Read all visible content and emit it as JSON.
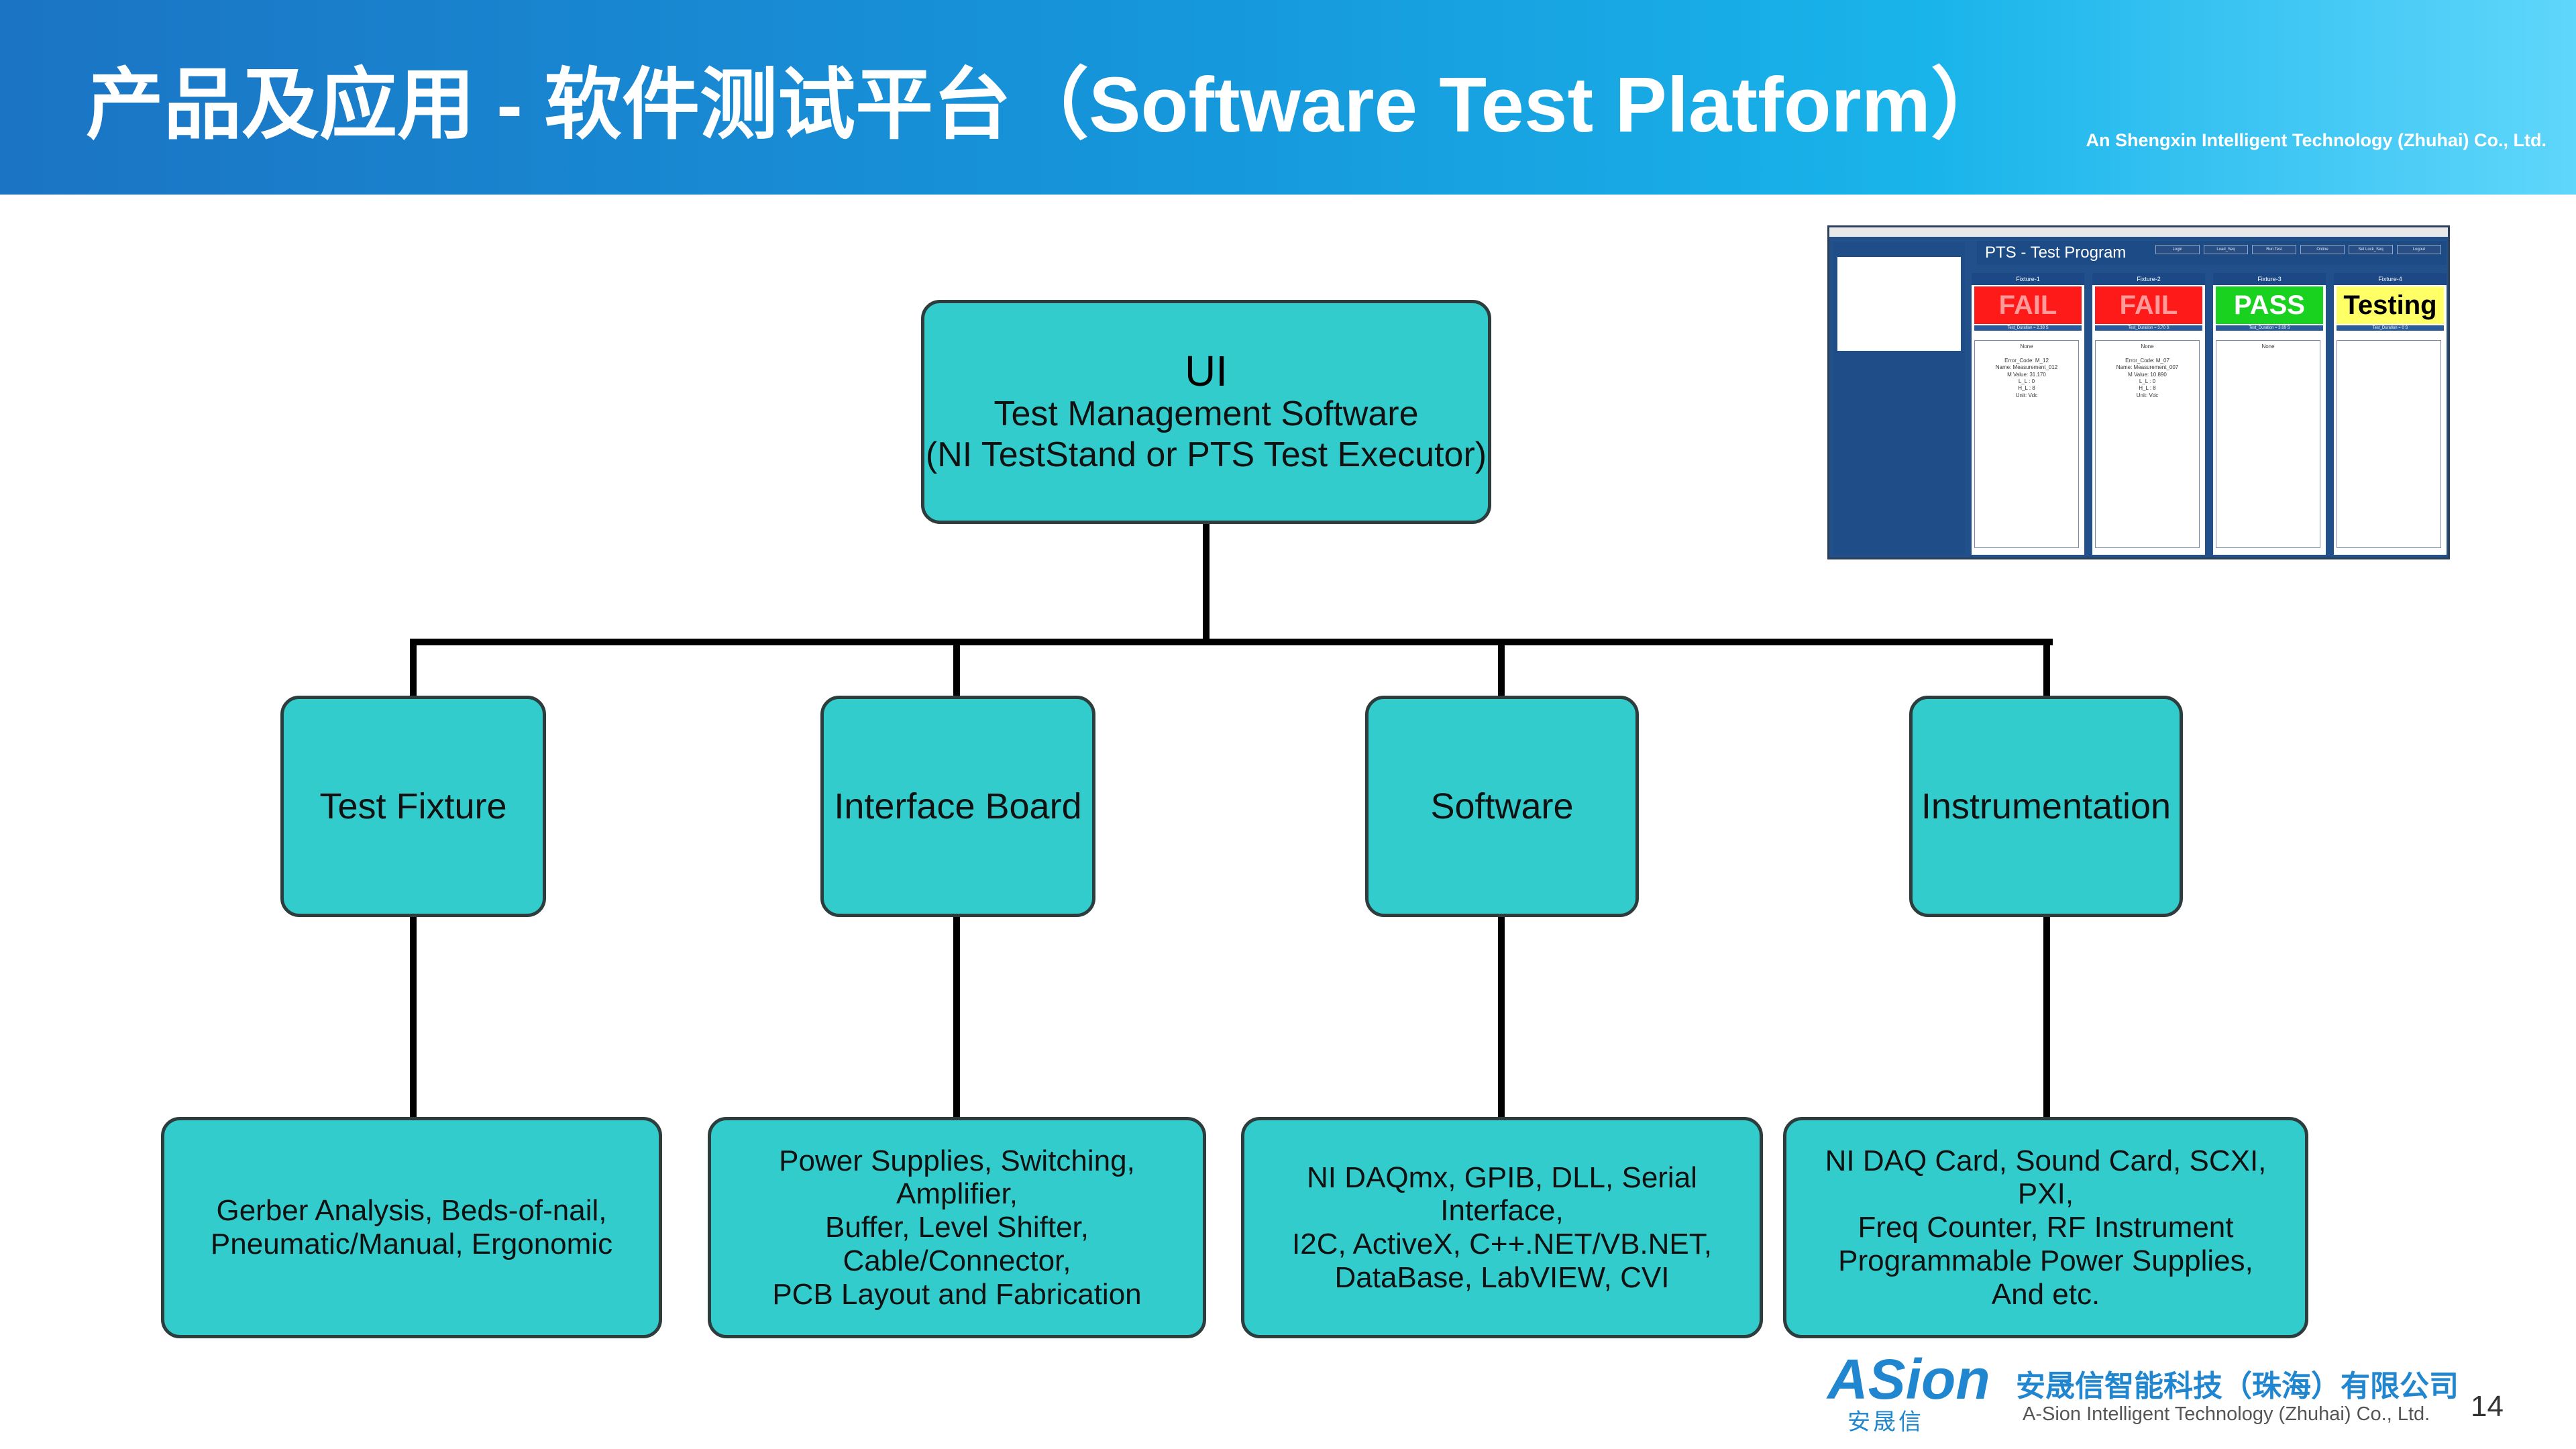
{
  "header": {
    "title": "产品及应用 -  软件测试平台（Software Test Platform）",
    "company_en": "An Shengxin Intelligent Technology (Zhuhai) Co., Ltd.",
    "bg_start": "#1b74c4",
    "bg_end": "#5fd6fb"
  },
  "diagram": {
    "root": {
      "title": "UI",
      "line1": "Test Management Software",
      "line2": "(NI TestStand or PTS Test Executor)"
    },
    "mid": [
      {
        "label": "Test Fixture"
      },
      {
        "label": "Interface Board"
      },
      {
        "label": "Software"
      },
      {
        "label": "Instrumentation"
      }
    ],
    "leaf": [
      {
        "text": "Gerber Analysis, Beds-of-nail,\nPneumatic/Manual, Ergonomic"
      },
      {
        "text": "Power Supplies, Switching, Amplifier,\nBuffer, Level Shifter, Cable/Connector,\nPCB Layout and Fabrication"
      },
      {
        "text": "NI DAQmx, GPIB, DLL, Serial Interface,\nI2C, ActiveX, C++.NET/VB.NET,\nDataBase, LabVIEW, CVI"
      },
      {
        "text": "NI DAQ Card, Sound Card, SCXI, PXI,\nFreq Counter, RF Instrument\nProgrammable Power Supplies,\nAnd etc."
      }
    ],
    "box_color": "#33cccc",
    "line_color": "#000000"
  },
  "screenshot": {
    "title": "PTS - Test Program",
    "menu": [
      "Login",
      "Load_Seq",
      "Run Test",
      "Online",
      "Set Lock_Seq",
      "Logout"
    ],
    "fixtures": [
      {
        "name": "Fixture-1",
        "status": "FAIL",
        "color": "#ff1a1a",
        "text_color": "#ff9a9a",
        "duration": "Test_Duration = 2.38 S",
        "body": "None\n\nError_Code: M_12\nName: Measurement_012\nM Value: 31.170\nL_L : 0\nH_L : 8\nUnit: Vdc"
      },
      {
        "name": "Fixture-2",
        "status": "FAIL",
        "color": "#ff1a1a",
        "text_color": "#ff9a9a",
        "duration": "Test_Duration = 3.70 S",
        "body": "None\n\nError_Code: M_07\nName: Measurement_007\nM Value: 10.890\nL_L : 0\nH_L : 8\nUnit: Vdc"
      },
      {
        "name": "Fixture-3",
        "status": "PASS",
        "color": "#19d11f",
        "text_color": "#ffffff",
        "duration": "Test_Duration = 3.69 S",
        "body": "None"
      },
      {
        "name": "Fixture-4",
        "status": "Testing",
        "color": "#ffff66",
        "text_color": "#000000",
        "duration": "Test_Duration = 0 S",
        "body": ""
      }
    ]
  },
  "footer": {
    "logo_text": "ASion",
    "logo_cn": "安晟信",
    "company_cn": "安晟信智能科技（珠海）有限公司",
    "company_en": "A-Sion Intelligent Technology (Zhuhai) Co., Ltd.",
    "page_number": "14",
    "brand_color": "#1f86cf"
  }
}
